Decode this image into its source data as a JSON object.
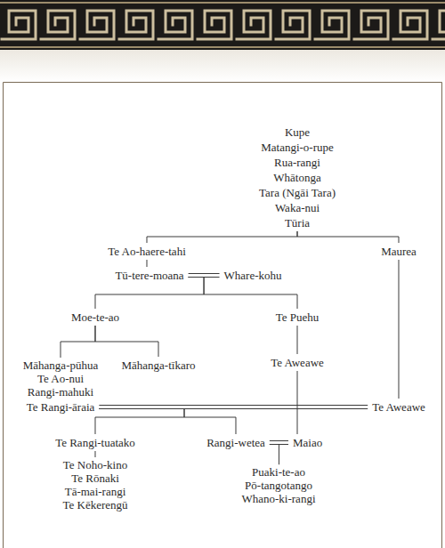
{
  "diagram": {
    "nodes": [
      {
        "text": [
          "Kupe",
          "Matangi-o-rupe",
          "Rua-rangi",
          "Whātonga",
          "Tara (Ngāi Tara)",
          "Waka-nui",
          "Tūria"
        ]
      },
      {
        "text": [
          "Te Ao-haere-tahi"
        ]
      },
      {
        "text": [
          "Maurea"
        ]
      },
      {
        "text": [
          "Tū-tere-moana"
        ]
      },
      {
        "text": [
          "Whare-kohu"
        ]
      },
      {
        "text": [
          "Moe-te-ao"
        ]
      },
      {
        "text": [
          "Te Puehu"
        ]
      },
      {
        "text": [
          "Māhanga-pūhua",
          "Te Ao-nui",
          "Rangi-mahuki"
        ]
      },
      {
        "text": [
          "Māhanga-tīkaro"
        ]
      },
      {
        "text": [
          "Te Aweawe"
        ]
      },
      {
        "text": [
          "Te Rangi-āraia"
        ]
      },
      {
        "text": [
          "Te Aweawe"
        ]
      },
      {
        "text": [
          "Te Rangi-tuatako"
        ]
      },
      {
        "text": [
          "Rangi-wetea"
        ]
      },
      {
        "text": [
          "Maiao"
        ]
      },
      {
        "text": [
          "Te Noho-kino",
          "Te Rōnaki",
          "Tā-mai-rangi",
          "Te Kēkerengū"
        ]
      },
      {
        "text": [
          "Puaki-te-ao",
          "Pō-tangotango",
          "Whano-ki-rangi"
        ]
      }
    ],
    "edges": [
      {
        "from": 0,
        "to": 1,
        "arrow": "none"
      },
      {
        "from": 0,
        "to": 2,
        "arrow": "none"
      },
      {
        "from": 1,
        "to": 3,
        "arrow": "none"
      },
      {
        "from": 3,
        "to": 4,
        "arrow": "none"
      },
      {
        "from": 3,
        "to": 5,
        "arrow": "none"
      },
      {
        "from": 3,
        "to": 6,
        "arrow": "none"
      },
      {
        "from": 5,
        "to": 7,
        "arrow": "none"
      },
      {
        "from": 5,
        "to": 8,
        "arrow": "none"
      },
      {
        "from": 6,
        "to": 9,
        "arrow": "none"
      },
      {
        "from": 2,
        "to": 11,
        "arrow": "none"
      },
      {
        "from": 10,
        "to": 11,
        "arrow": "none"
      },
      {
        "from": 9,
        "to": 14,
        "arrow": "none"
      },
      {
        "from": 10,
        "to": 12,
        "arrow": "none"
      },
      {
        "from": 10,
        "to": 13,
        "arrow": "none"
      },
      {
        "from": 12,
        "to": 15,
        "arrow": "none"
      },
      {
        "from": 13,
        "to": 14,
        "arrow": "none"
      },
      {
        "from": 13,
        "to": 16,
        "arrow": "none"
      }
    ]
  }
}
